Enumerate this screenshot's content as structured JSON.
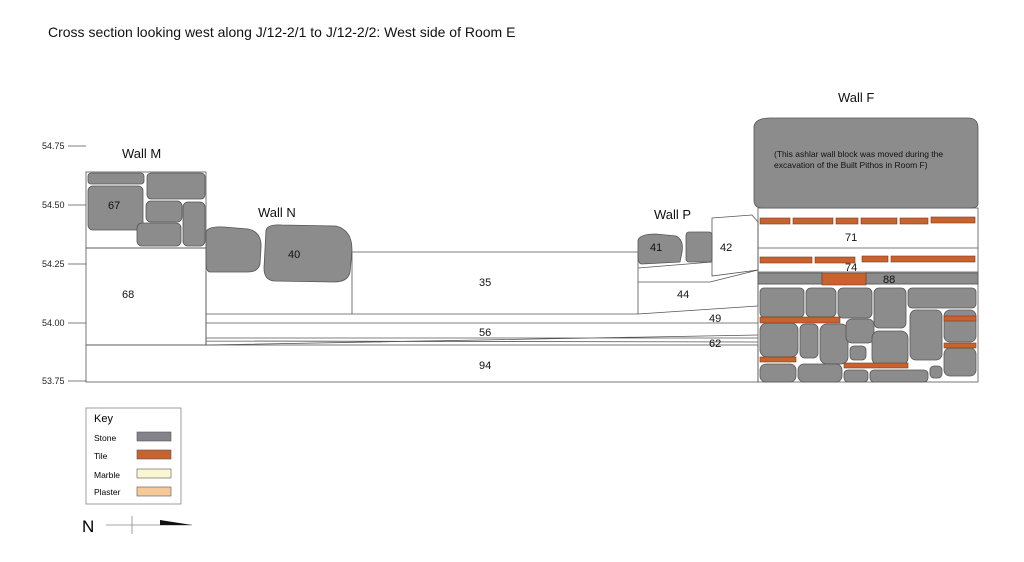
{
  "title": "Cross section looking west along J/12-2/1 to J/12-2/2: West side of Room E",
  "elevations": [
    "54.75",
    "54.50",
    "54.25",
    "54.00",
    "53.75"
  ],
  "walls": {
    "M": "Wall M",
    "N": "Wall N",
    "P": "Wall P",
    "F": "Wall F"
  },
  "wall_f_note": [
    "(This ashlar wall block was moved during the",
    "excavation of the Built Pithos in Room F)"
  ],
  "layers": {
    "l67": "67",
    "l68": "68",
    "l40": "40",
    "l35": "35",
    "l41": "41",
    "l42": "42",
    "l44": "44",
    "l49": "49",
    "l56": "56",
    "l62": "62",
    "l94": "94",
    "l71": "71",
    "l74": "74",
    "l88": "88"
  },
  "key": {
    "title": "Key",
    "items": [
      {
        "label": "Stone",
        "color": "#84838b"
      },
      {
        "label": "Tile",
        "color": "#c8622f"
      },
      {
        "label": "Marble",
        "color": "#fbf6d2"
      },
      {
        "label": "Plaster",
        "color": "#f6c998"
      }
    ]
  },
  "north": "N",
  "colors": {
    "stone": "#8c8c8c",
    "tile": "#c8622f",
    "line": "#555555"
  }
}
